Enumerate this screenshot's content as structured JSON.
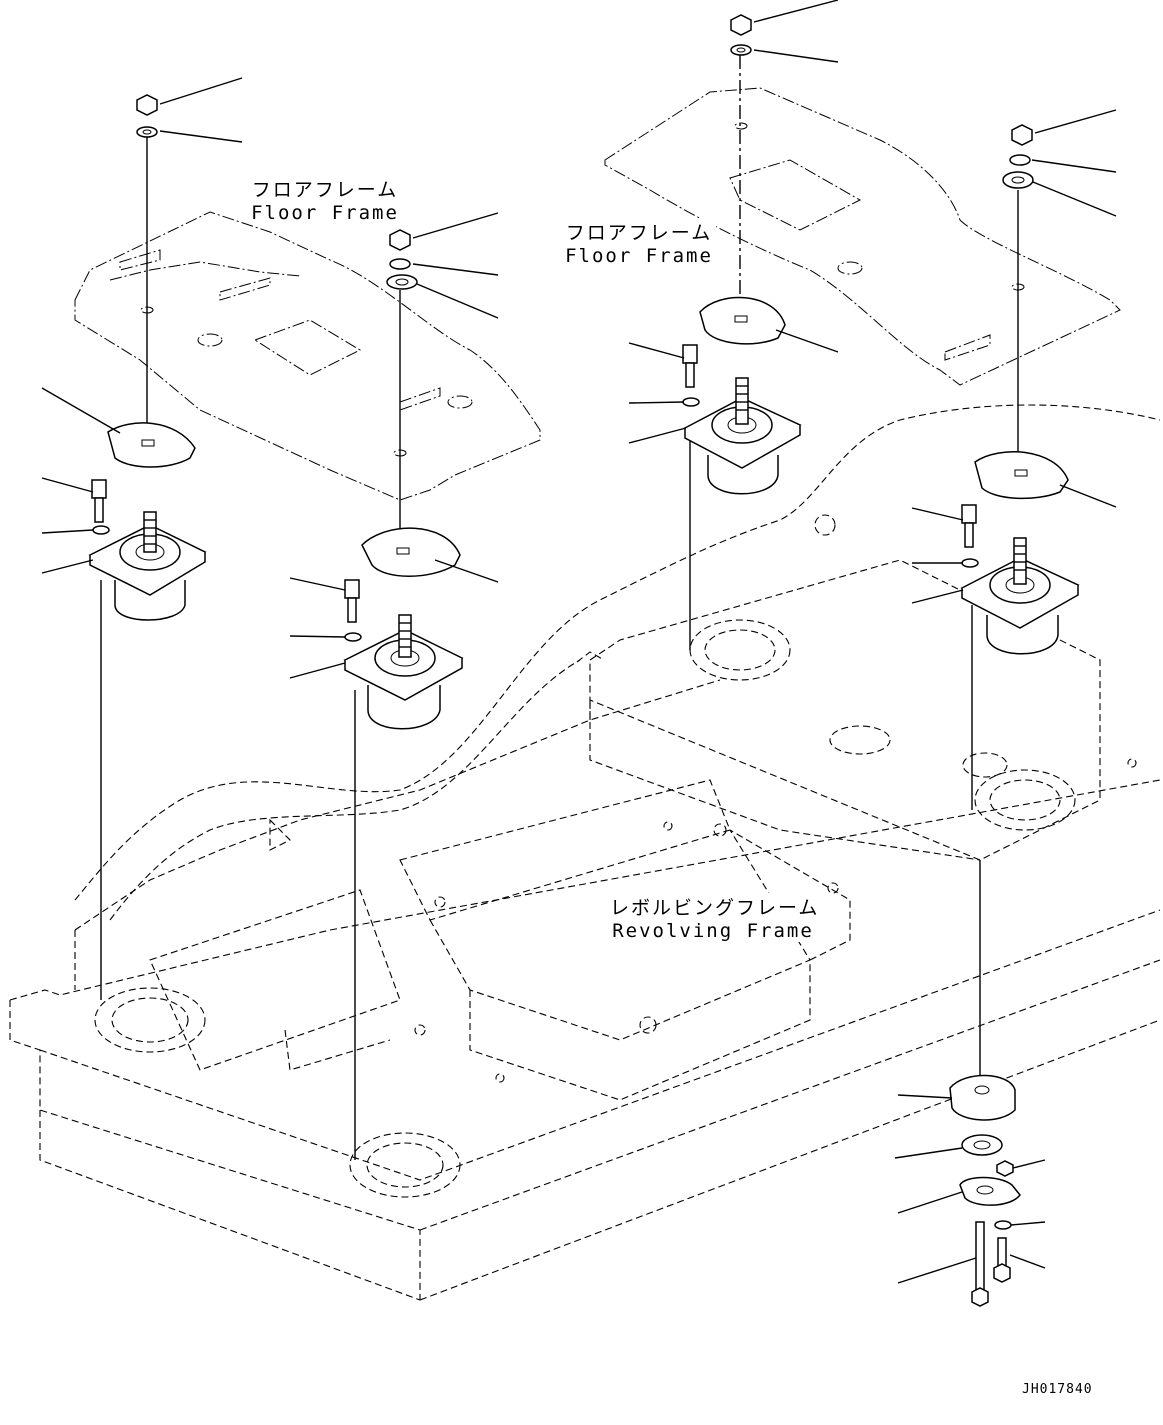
{
  "labels": {
    "floor_frame_left": {
      "jp": "フロアフレーム",
      "en": "Floor Frame"
    },
    "floor_frame_right": {
      "jp": "フロアフレーム",
      "en": "Floor Frame"
    },
    "revolving_frame": {
      "jp": "レボルビングフレーム",
      "en": "Revolving Frame"
    }
  },
  "drawing_code": "JH017840"
}
